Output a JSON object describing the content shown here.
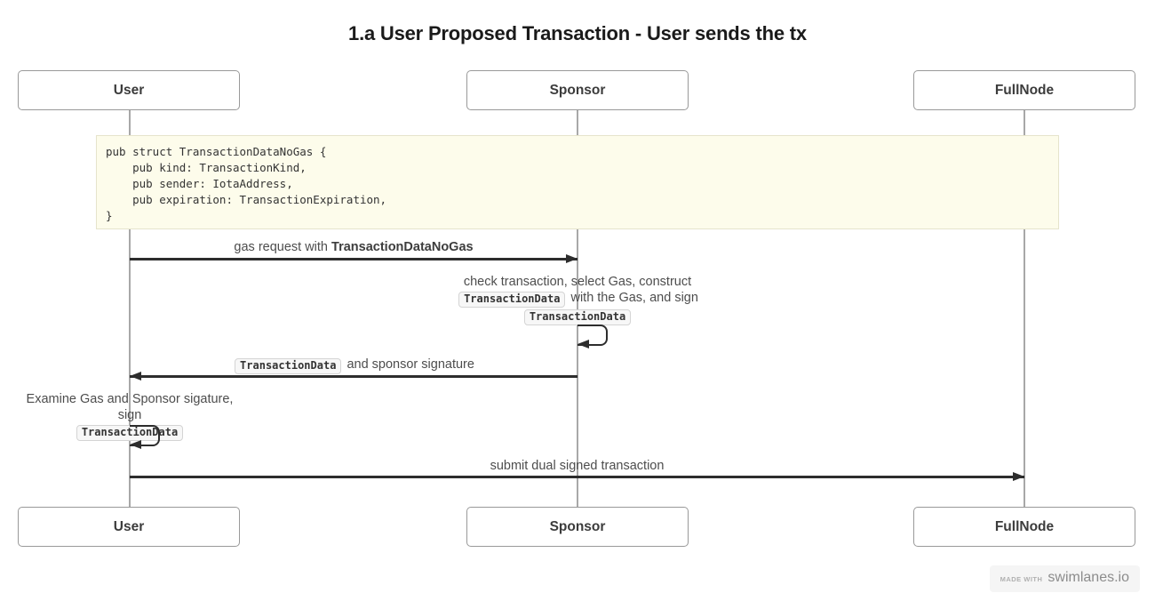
{
  "title": "1.a User Proposed Transaction - User sends the tx",
  "actors": {
    "user": {
      "label": "User"
    },
    "sponsor": {
      "label": "Sponsor"
    },
    "fullnode": {
      "label": "FullNode"
    }
  },
  "note": {
    "code": "pub struct TransactionDataNoGas {\n    pub kind: TransactionKind,\n    pub sender: IotaAddress,\n    pub expiration: TransactionExpiration,\n}"
  },
  "messages": {
    "gas_request": {
      "prefix": "gas request with ",
      "emphasis": "TransactionDataNoGas"
    },
    "sponsor_self": {
      "line1": "check transaction, select Gas, construct",
      "code1": "TransactionData",
      "line2_rest": " with the Gas, and sign",
      "code2": "TransactionData"
    },
    "sponsor_reply": {
      "code": "TransactionData",
      "rest": " and sponsor signature"
    },
    "user_self": {
      "line1": "Examine Gas and Sponsor sigature, sign",
      "code": "TransactionData"
    },
    "submit": {
      "label": "submit dual signed transaction"
    }
  },
  "footer": {
    "made_with": "MADE WITH",
    "brand": "swimlanes.io"
  },
  "colors": {
    "note_bg": "#fdfceb",
    "note_border": "#e6e4cc",
    "chip_bg": "#f7f7f7",
    "arrow": "#2d2d2d",
    "lifeline": "#a8a8a8",
    "box_border": "#999999"
  }
}
